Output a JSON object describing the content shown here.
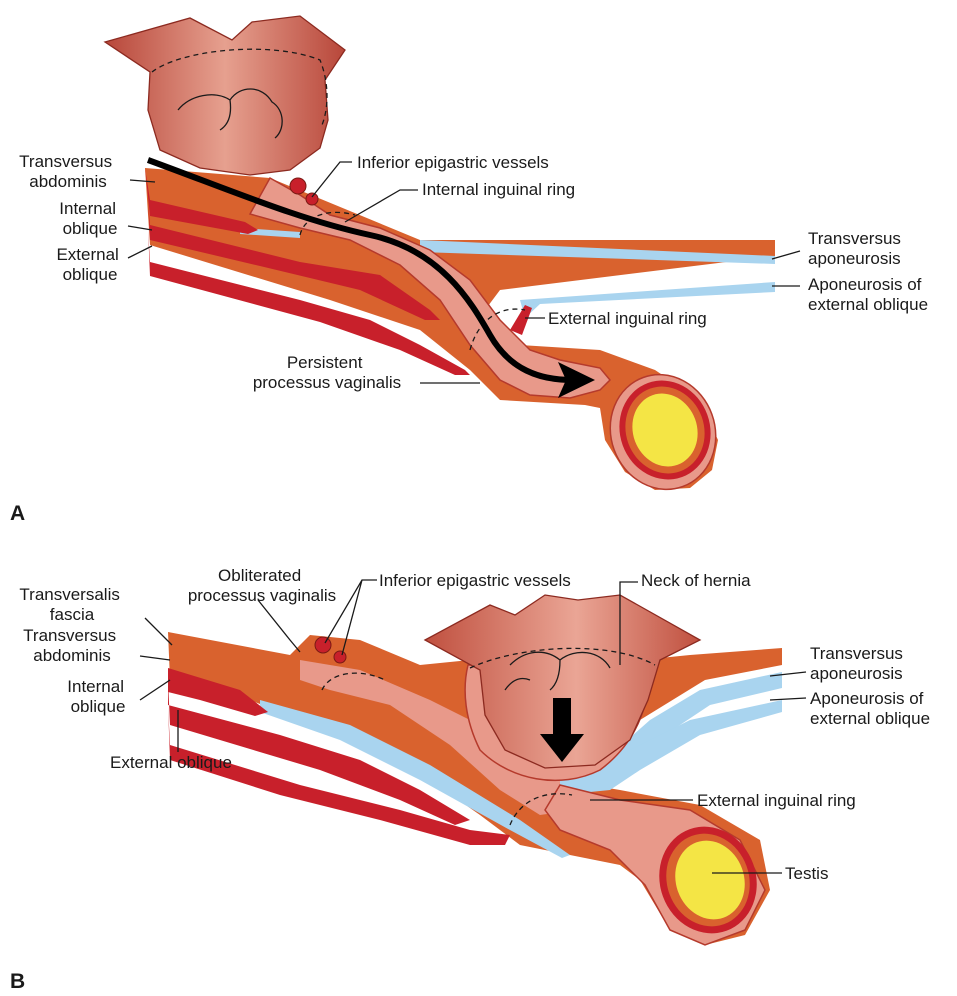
{
  "panel_a": {
    "letter": "A",
    "labels": {
      "transversus_abdominis": [
        "Transversus",
        "abdominis"
      ],
      "internal_oblique": [
        "Internal",
        "oblique"
      ],
      "external_oblique": [
        "External",
        "oblique"
      ],
      "inferior_epigastric_vessels": "Inferior epigastric vessels",
      "internal_inguinal_ring": "Internal inguinal ring",
      "transversus_aponeurosis": [
        "Transversus",
        "aponeurosis"
      ],
      "aponeurosis_external_oblique": [
        "Aponeurosis of",
        "external oblique"
      ],
      "external_inguinal_ring": "External inguinal ring",
      "persistent_processus_vaginalis": [
        "Persistent",
        "processus vaginalis"
      ]
    }
  },
  "panel_b": {
    "letter": "B",
    "labels": {
      "transversalis_fascia": [
        "Transversalis",
        "fascia"
      ],
      "transversus_abdominis": [
        "Transversus",
        "abdominis"
      ],
      "internal_oblique": [
        "Internal",
        "oblique"
      ],
      "external_oblique": "External oblique",
      "obliterated_processus_vaginalis": [
        "Obliterated",
        "processus vaginalis"
      ],
      "inferior_epigastric_vessels": "Inferior epigastric vessels",
      "neck_of_hernia": "Neck of hernia",
      "transversus_aponeurosis": [
        "Transversus",
        "aponeurosis"
      ],
      "aponeurosis_external_oblique": [
        "Aponeurosis of",
        "external oblique"
      ],
      "external_inguinal_ring": "External inguinal ring",
      "testis": "Testis"
    }
  },
  "colors": {
    "muscle_red": "#c8202b",
    "outer_orange": "#d9622e",
    "pink_tissue": "#e8998a",
    "aponeurosis_blue": "#a9d4ef",
    "testis_yellow": "#f4e545",
    "intestine": "#cf6b55"
  }
}
